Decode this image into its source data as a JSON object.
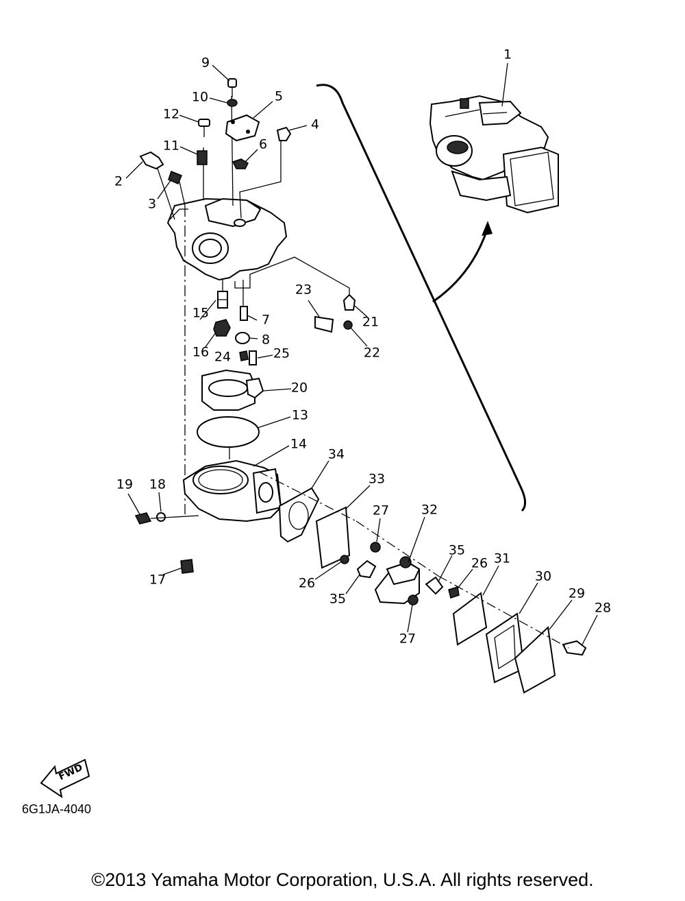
{
  "diagram": {
    "callouts": [
      {
        "id": "c1",
        "label": "1"
      },
      {
        "id": "c2",
        "label": "2"
      },
      {
        "id": "c3",
        "label": "3"
      },
      {
        "id": "c4",
        "label": "4"
      },
      {
        "id": "c5",
        "label": "5"
      },
      {
        "id": "c6",
        "label": "6"
      },
      {
        "id": "c7",
        "label": "7"
      },
      {
        "id": "c8",
        "label": "8"
      },
      {
        "id": "c9",
        "label": "9"
      },
      {
        "id": "c10",
        "label": "10"
      },
      {
        "id": "c11",
        "label": "11"
      },
      {
        "id": "c12",
        "label": "12"
      },
      {
        "id": "c13",
        "label": "13"
      },
      {
        "id": "c14",
        "label": "14"
      },
      {
        "id": "c15",
        "label": "15"
      },
      {
        "id": "c16",
        "label": "16"
      },
      {
        "id": "c17",
        "label": "17"
      },
      {
        "id": "c18",
        "label": "18"
      },
      {
        "id": "c19",
        "label": "19"
      },
      {
        "id": "c20",
        "label": "20"
      },
      {
        "id": "c21",
        "label": "21"
      },
      {
        "id": "c22",
        "label": "22"
      },
      {
        "id": "c23",
        "label": "23"
      },
      {
        "id": "c24",
        "label": "24"
      },
      {
        "id": "c25",
        "label": "25"
      },
      {
        "id": "c26a",
        "label": "26"
      },
      {
        "id": "c26b",
        "label": "26"
      },
      {
        "id": "c27a",
        "label": "27"
      },
      {
        "id": "c27b",
        "label": "27"
      },
      {
        "id": "c28",
        "label": "28"
      },
      {
        "id": "c29",
        "label": "29"
      },
      {
        "id": "c30",
        "label": "30"
      },
      {
        "id": "c31",
        "label": "31"
      },
      {
        "id": "c32",
        "label": "32"
      },
      {
        "id": "c33",
        "label": "33"
      },
      {
        "id": "c34",
        "label": "34"
      },
      {
        "id": "c35a",
        "label": "35"
      },
      {
        "id": "c35b",
        "label": "35"
      }
    ],
    "fwd_label": "FWD",
    "reference_code": "6G1JA-4040",
    "copyright": "©2013 Yamaha Motor Corporation, U.S.A. All rights reserved."
  }
}
